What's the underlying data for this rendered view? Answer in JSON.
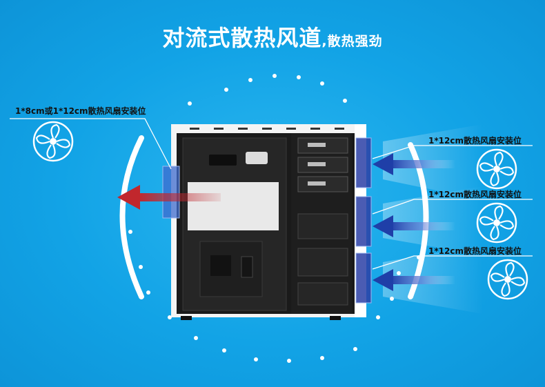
{
  "title": {
    "main": "对流式散热风道",
    "sub": ",散热强劲"
  },
  "fan_slots": [
    {
      "label": "1*8cm或1*12cm散热风扇安装位"
    },
    {
      "label": "1*12cm散热风扇安装位"
    },
    {
      "label": "1*12cm散热风扇安装位"
    },
    {
      "label": "1*12cm散热风扇安装位"
    }
  ],
  "colors": {
    "background": "#12a3e6",
    "exhaust_arrow": "#c1272d",
    "intake_arrow": "#1f3fa8",
    "case_body": "#1a1a1a",
    "case_trim": "#f4f4f4"
  },
  "icons": [
    "fan-icon",
    "exhaust-arrow-icon",
    "intake-arrow-icon"
  ]
}
